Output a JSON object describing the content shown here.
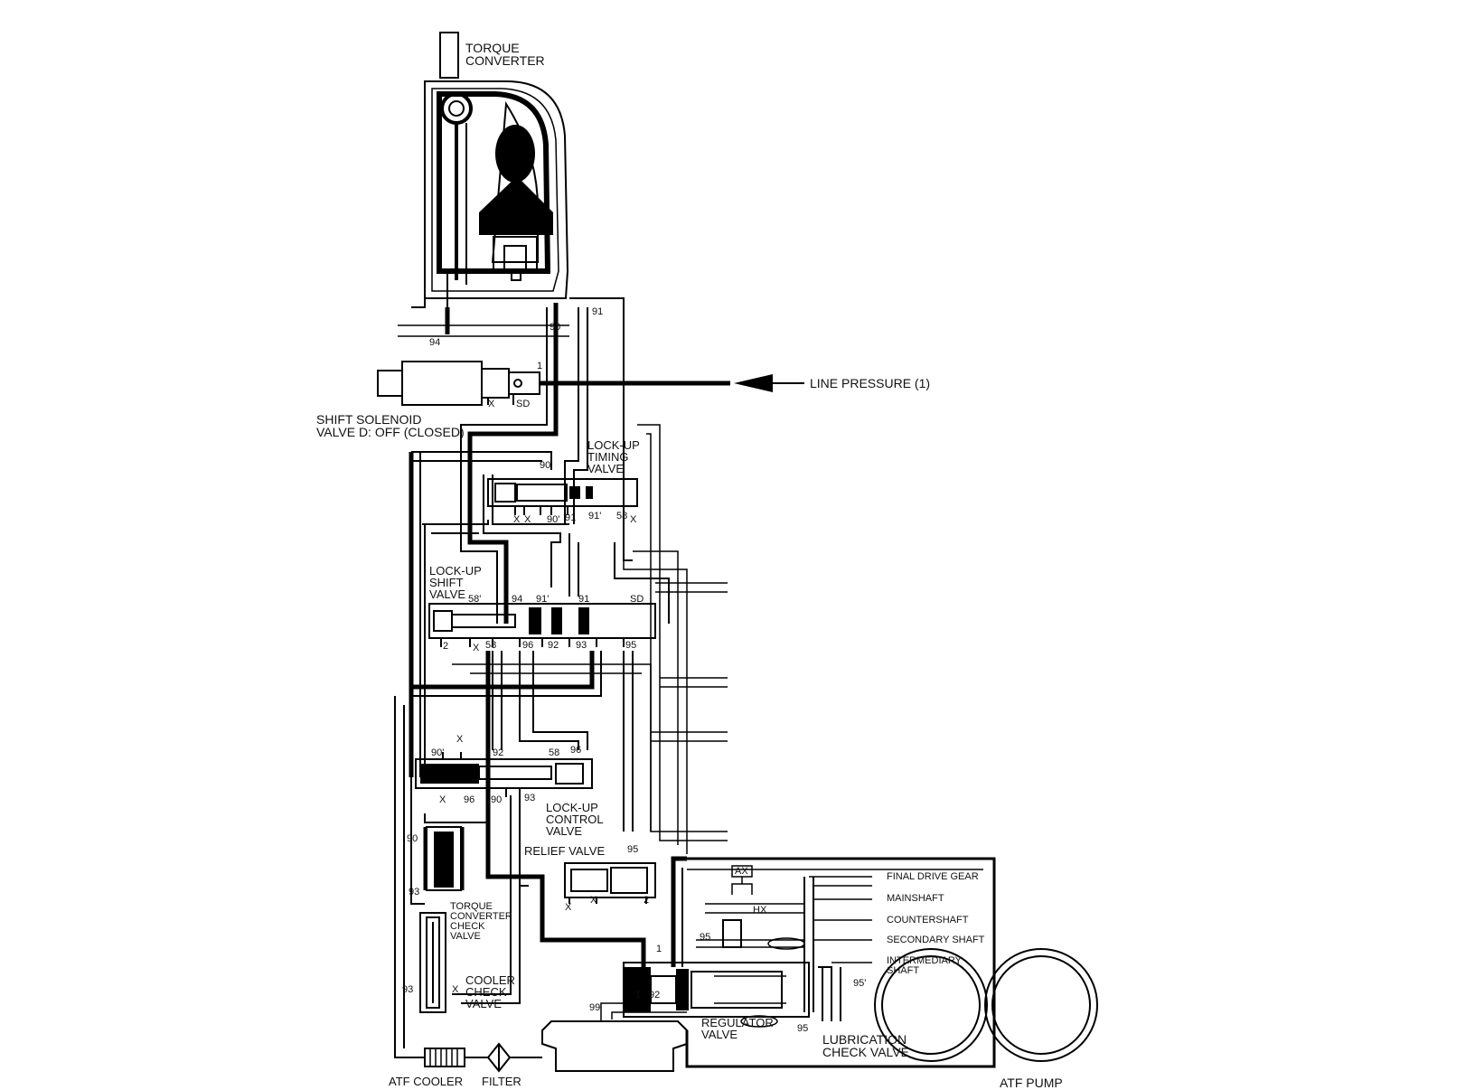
{
  "components": {
    "torque_converter": "TORQUE\nCONVERTER",
    "line_pressure": "LINE PRESSURE (1)",
    "shift_solenoid": "SHIFT SOLENOID\nVALVE D: OFF (CLOSED)",
    "lockup_timing_valve": "LOCK-UP\nTIMING\nVALVE",
    "lockup_shift_valve": "LOCK-UP\nSHIFT\nVALVE",
    "lockup_control_valve": "LOCK-UP\nCONTROL\nVALVE",
    "relief_valve": "RELIEF VALVE",
    "tc_check_valve": "TORQUE\nCONVERTER\nCHECK\nVALVE",
    "cooler_check_valve": "COOLER\nCHECK\nVALVE",
    "regulator_valve": "REGULATOR\nVALVE",
    "lubrication_check_valve": "LUBRICATION\nCHECK VALVE",
    "atf_cooler": "ATF COOLER",
    "filter": "FILTER",
    "atf_pump": "ATF PUMP"
  },
  "lubrication_outputs": {
    "final_drive_gear": "FINAL DRIVE GEAR",
    "mainshaft": "MAINSHAFT",
    "countershaft": "COUNTERSHAFT",
    "secondary_shaft": "SECONDARY SHAFT",
    "intermediary_shaft": "INTERMEDIARY\nSHAFT",
    "ax": "AX",
    "hx": "HX"
  },
  "ports": {
    "p91_top": "91",
    "p90_top": "90",
    "p94_top": "94",
    "sol_1": "1",
    "sol_x": "X",
    "sol_sd": "SD",
    "t_90": "90",
    "t_x1": "X",
    "t_x2": "X",
    "t_90p": "90'",
    "t_91": "91",
    "t_91p": "91'",
    "t_58": "58",
    "t_x3": "X",
    "s_58p": "58'",
    "s_94": "94",
    "s_91p": "91'",
    "s_91": "91",
    "s_sd": "SD",
    "s_2": "2",
    "s_x": "X",
    "s_58": "58",
    "s_96": "96",
    "s_92": "92",
    "s_93": "93",
    "s_95": "95",
    "c_x_top": "X",
    "c_90p": "90'",
    "c_92": "92",
    "c_58": "58",
    "c_96": "96",
    "c_x": "X",
    "c_96b": "96",
    "c_90": "90",
    "c_93": "93",
    "r_95": "95",
    "r_x1": "X",
    "r_x2": "X",
    "r_2": "2",
    "tc_90": "90",
    "tc_93": "93",
    "cv_93": "93",
    "cv_x": "X",
    "rg_1": "1",
    "rg_95": "95",
    "rg_1b": "1",
    "rg_92": "92",
    "rg_95b": "95",
    "lb_95p": "95'",
    "p99": "99"
  }
}
